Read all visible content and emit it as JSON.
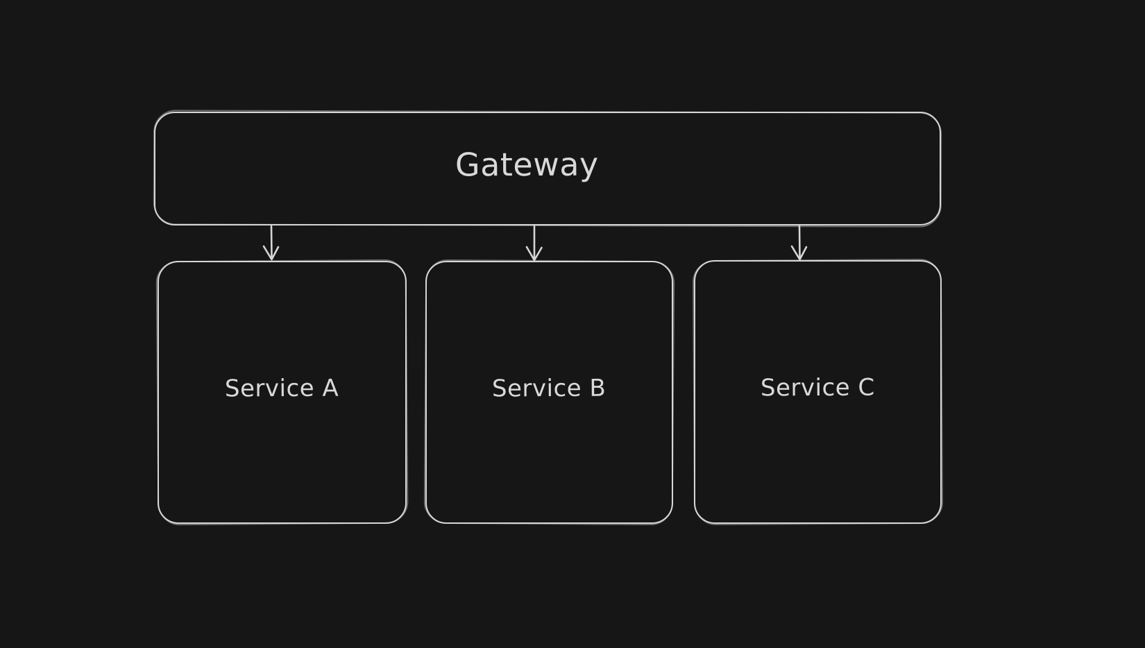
{
  "canvas": {
    "background_color": "#161616",
    "stroke_color": "#d6d6d6",
    "text_color": "#d9d9d9",
    "style": "hand-drawn-whiteboard"
  },
  "nodes": [
    {
      "id": "gateway",
      "label": "Gateway"
    },
    {
      "id": "service-a",
      "label": "Service A"
    },
    {
      "id": "service-b",
      "label": "Service B"
    },
    {
      "id": "service-c",
      "label": "Service C"
    }
  ],
  "edges": [
    {
      "from": "Gateway",
      "to": "Service A",
      "type": "arrow-down"
    },
    {
      "from": "Gateway",
      "to": "Service B",
      "type": "arrow-down"
    },
    {
      "from": "Gateway",
      "to": "Service C",
      "type": "arrow-down"
    }
  ]
}
